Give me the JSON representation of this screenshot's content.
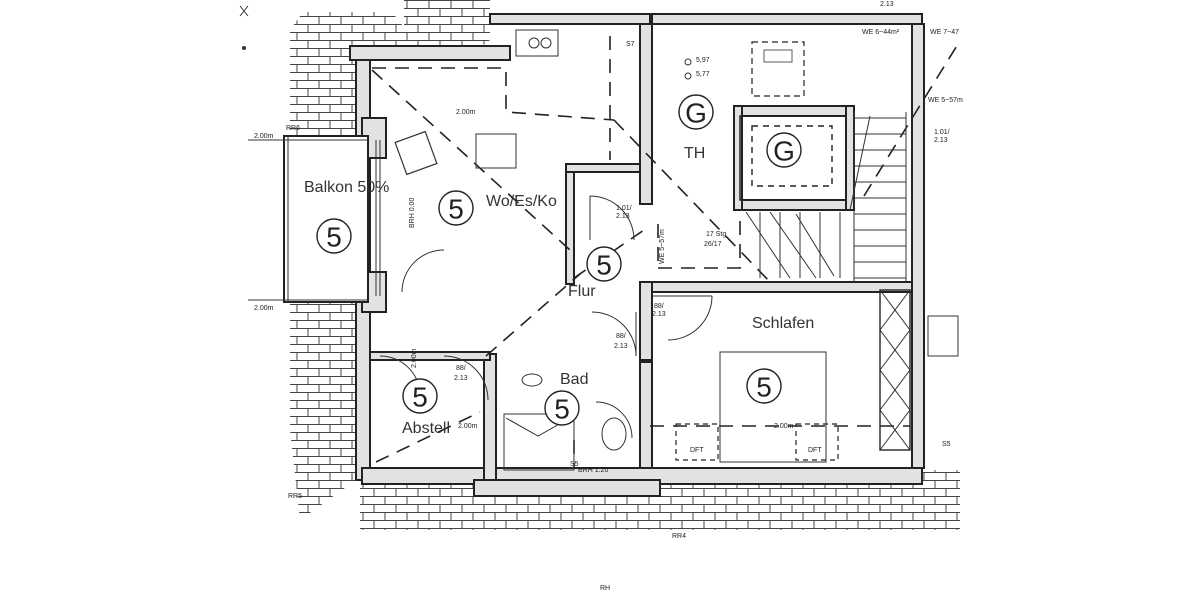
{
  "rooms": {
    "balkon": {
      "label": "Balkon 50%",
      "number": "5"
    },
    "wohnen": {
      "label": "Wo/Es/Ko",
      "number": "5"
    },
    "flur": {
      "label": "Flur",
      "number": "5"
    },
    "bad": {
      "label": "Bad",
      "number": "5"
    },
    "abstell": {
      "label": "Abstell",
      "number": "5"
    },
    "schlafen": {
      "label": "Schlafen",
      "number": "5"
    },
    "treppenhaus": {
      "label": "TH",
      "marker_1": "G",
      "marker_2": "G"
    }
  },
  "dimensions": {
    "balkon_top": "2.00m",
    "balkon_bottom": "2.00m",
    "wohnen_top": "2.00m",
    "abstell": "2.00m",
    "abstell_vertical": "2.00m",
    "schlafen": "2.00m",
    "brh_wohnen": "BRH 0.00",
    "brh_bad": "BRH 1.20",
    "door_flur_1": "1.01/",
    "door_flur_2": "2.13",
    "door_th_1": "1.01/",
    "door_th_2": "2.13",
    "door_schlafen_1": "88/",
    "door_schlafen_2": "2.13",
    "door_flur_low_1": "88/",
    "door_flur_low_2": "2.13",
    "door_abstell_1": "88/",
    "door_abstell_2": "2.13",
    "level_1": "5,97",
    "level_2": "5,77",
    "stairs_1": "17 Stg",
    "stairs_2": "26/17",
    "wfl_top_1": "2.13",
    "wfl_top_2": "WE 6~44m²",
    "wfl_top_3": "WE 7~47",
    "wfl_side": "WE 5~57m",
    "wfl_th": "WE 5~57m",
    "box_label": "",
    "rr6": "RR6",
    "rr5": "RR5",
    "rr4": "RR4",
    "s7": "S7",
    "s5": "S5",
    "s5b": "S5",
    "dft_1": "DFT",
    "dft_2": "DFT",
    "rh": "RH"
  }
}
